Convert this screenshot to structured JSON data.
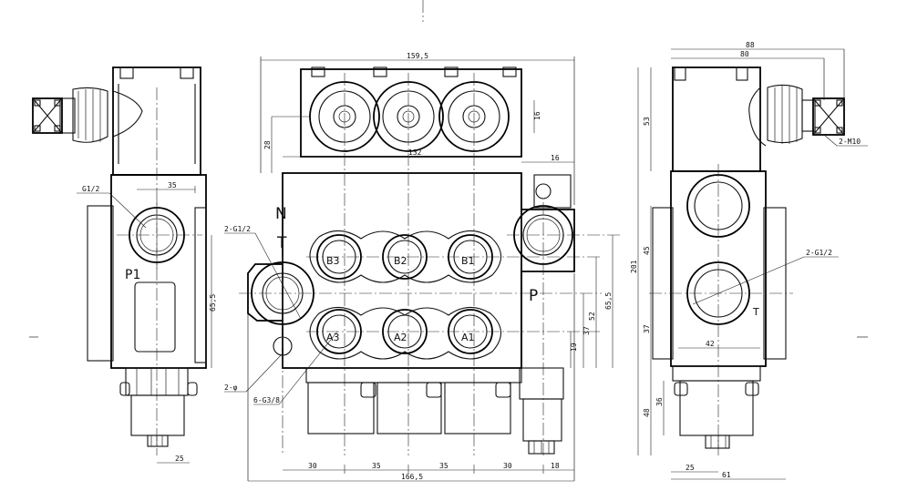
{
  "dims": {
    "w159": "159,5",
    "w132": "132",
    "w166": "166,5",
    "w30a": "30",
    "w35a": "35",
    "w35b": "35",
    "w30b": "30",
    "w18": "18",
    "w16top": "16",
    "h16": "16",
    "h28": "28",
    "h65": "65,5",
    "h52": "52",
    "h37r": "37",
    "h19": "19",
    "left35": "35",
    "left65": "65,5",
    "left25": "25",
    "r88": "88",
    "r80": "80",
    "r53": "53",
    "r201": "201",
    "r45": "45",
    "r37": "37",
    "r42": "42",
    "r48": "48",
    "r36": "36",
    "r25": "25",
    "r61": "61"
  },
  "labels": {
    "g12": "G1/2",
    "p1": "P1",
    "n": "N",
    "t": "T",
    "two_g12_left": "2-G1/2",
    "two_g12_right": "2-G1/2",
    "two_phi": "2-φ",
    "six_g38": "6-G3/8",
    "two_m10": "2-M10",
    "p": "P",
    "t_right": "T",
    "b3": "B3",
    "b2": "B2",
    "b1": "B1",
    "a3": "A3",
    "a2": "A2",
    "a1": "A1"
  }
}
